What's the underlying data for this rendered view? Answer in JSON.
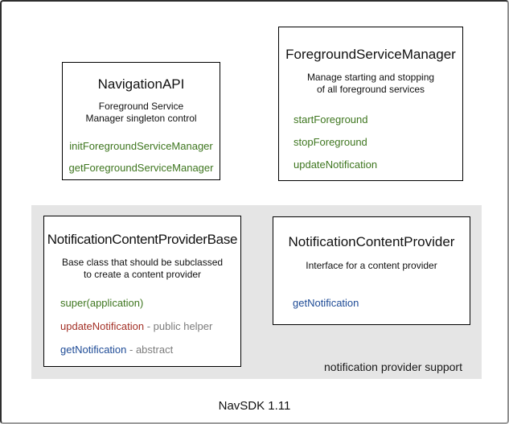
{
  "caption": "NavSDK 1.11",
  "colors": {
    "method_green": "#3e761f",
    "method_red": "#a33026",
    "method_blue": "#1e4b96",
    "annotation_gray": "#7c7c7c",
    "region_background": "#e5e5e5"
  },
  "boxes": {
    "navigation_api": {
      "title": "NavigationAPI",
      "description_lines": [
        "Foreground Service",
        "Manager singleton control"
      ],
      "methods": [
        {
          "name": "initForegroundServiceManager"
        },
        {
          "name": "getForegroundServiceManager"
        }
      ]
    },
    "foreground_service_manager": {
      "title": "ForegroundServiceManager",
      "description_lines": [
        "Manage starting and stopping",
        "of all foreground services"
      ],
      "methods": [
        {
          "name": "startForeground"
        },
        {
          "name": "stopForeground"
        },
        {
          "name": "updateNotification"
        }
      ]
    },
    "notification_content_provider_base": {
      "title": "NotificationContentProviderBase",
      "description_lines": [
        "Base class that should be subclassed",
        "to create a content provider"
      ],
      "methods": [
        {
          "name": "super(application)",
          "suffix": ""
        },
        {
          "name": "updateNotification",
          "suffix": " - public helper"
        },
        {
          "name": "getNotification",
          "suffix": " - abstract"
        }
      ]
    },
    "notification_content_provider": {
      "title": "NotificationContentProvider",
      "description_lines": [
        "Interface for a content provider"
      ],
      "methods": [
        {
          "name": "getNotification"
        }
      ]
    }
  },
  "region_label": "notification provider support"
}
